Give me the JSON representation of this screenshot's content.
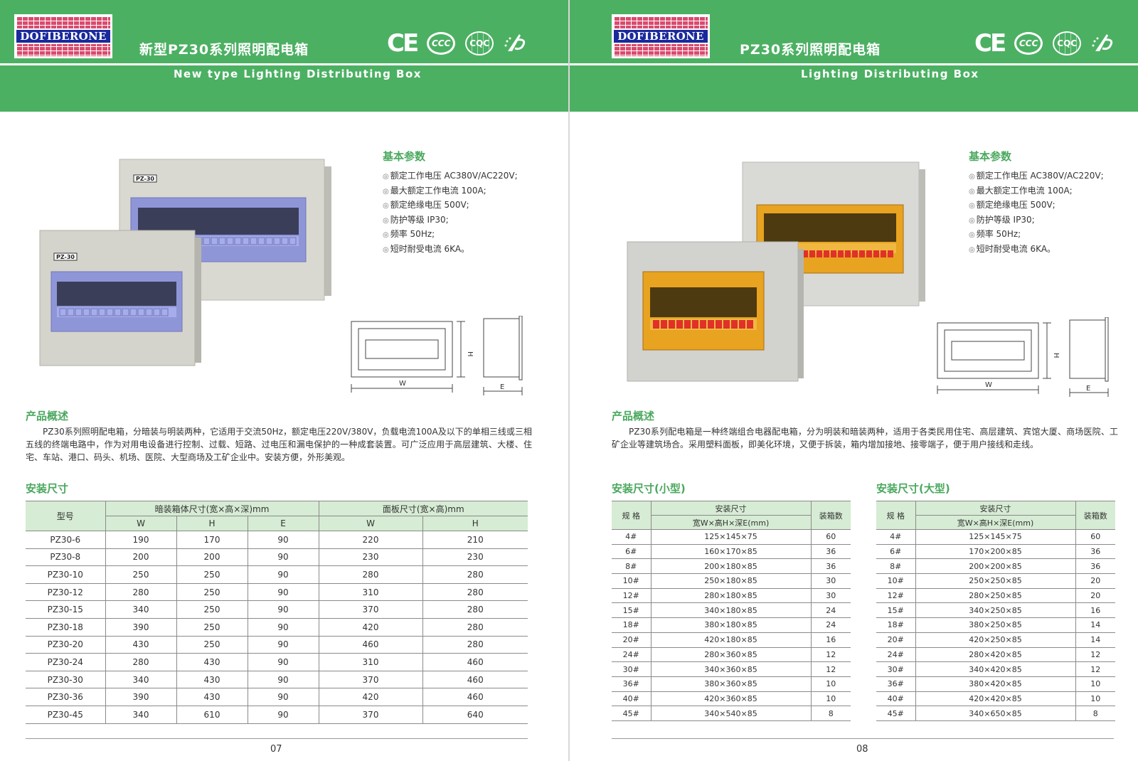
{
  "colors": {
    "brand_green": "#4cb063",
    "heading_green": "#4aa85e",
    "table_header": "#d6ecd4",
    "logo_blue": "#1a2a9c",
    "logo_red": "#d94b6e"
  },
  "left": {
    "logo": "DOFIBERONE",
    "title_cn": "新型PZ30系列照明配电箱",
    "title_en": "New type Lighting Distributing Box",
    "certs": [
      "CE",
      "CCC",
      "CQC",
      "cert-mark-icon"
    ],
    "photo_labels": [
      "PZ-30",
      "PZ-30"
    ],
    "params_title": "基本参数",
    "params": [
      "额定工作电压 AC380V/AC220V;",
      "最大额定工作电流 100A;",
      "额定绝缘电压 500V;",
      "防护等级 IP30;",
      "频率 50Hz;",
      "短时耐受电流 6KA。"
    ],
    "dim_labels": {
      "w": "W",
      "h": "H",
      "e": "E"
    },
    "overview_title": "产品概述",
    "overview_text": "PZ30系列照明配电箱，分暗装与明装两种，它适用于交流50Hz，额定电压220V/380V，负载电流100A及以下的单相三线或三相五线的终端电路中，作为对用电设备进行控制、过载、短路、过电压和漏电保护的一种成套装置。可广泛应用于高层建筑、大楼、住宅、车站、港口、码头、机场、医院、大型商场及工矿企业中。安装方便，外形美观。",
    "install_title": "安装尺寸",
    "table": {
      "col_model": "型号",
      "group1": "暗装箱体尺寸(宽×高×深)mm",
      "group2": "面板尺寸(宽×高)mm",
      "sub": [
        "W",
        "H",
        "E",
        "W",
        "H"
      ],
      "rows": [
        [
          "PZ30-6",
          "190",
          "170",
          "90",
          "220",
          "210"
        ],
        [
          "PZ30-8",
          "200",
          "200",
          "90",
          "230",
          "230"
        ],
        [
          "PZ30-10",
          "250",
          "250",
          "90",
          "280",
          "280"
        ],
        [
          "PZ30-12",
          "280",
          "250",
          "90",
          "310",
          "280"
        ],
        [
          "PZ30-15",
          "340",
          "250",
          "90",
          "370",
          "280"
        ],
        [
          "PZ30-18",
          "390",
          "250",
          "90",
          "420",
          "280"
        ],
        [
          "PZ30-20",
          "430",
          "250",
          "90",
          "460",
          "280"
        ],
        [
          "PZ30-24",
          "280",
          "430",
          "90",
          "310",
          "460"
        ],
        [
          "PZ30-30",
          "340",
          "430",
          "90",
          "370",
          "460"
        ],
        [
          "PZ30-36",
          "390",
          "430",
          "90",
          "420",
          "460"
        ],
        [
          "PZ30-45",
          "340",
          "610",
          "90",
          "370",
          "640"
        ]
      ]
    },
    "page_number": "07"
  },
  "right": {
    "logo": "DOFIBERONE",
    "title_cn": "PZ30系列照明配电箱",
    "title_en": "Lighting Distributing Box",
    "certs": [
      "CE",
      "CCC",
      "CQC",
      "cert-mark-icon"
    ],
    "params_title": "基本参数",
    "params": [
      "额定工作电压 AC380V/AC220V;",
      "最大额定工作电流 100A;",
      "额定绝缘电压 500V;",
      "防护等级 IP30;",
      "频率 50Hz;",
      "短时耐受电流 6KA。"
    ],
    "dim_labels": {
      "w": "W",
      "h": "H",
      "e": "E"
    },
    "overview_title": "产品概述",
    "overview_text": "PZ30系列配电箱是一种终端组合电器配电箱，分为明装和暗装两种，适用于各类民用住宅、高层建筑、宾馆大厦、商场医院、工矿企业等建筑场合。采用塑料面板，即美化环境，又便于拆装，箱内增加接地、接零端子，便于用户接线和走线。",
    "small_title": "安装尺寸(小型)",
    "large_title": "安装尺寸(大型)",
    "small_table": {
      "col_spec": "规 格",
      "col_size": "安装尺寸",
      "col_size_sub": "宽W×高H×深E(mm)",
      "col_qty": "装箱数",
      "rows": [
        [
          "4#",
          "125×145×75",
          "60"
        ],
        [
          "6#",
          "160×170×85",
          "36"
        ],
        [
          "8#",
          "200×180×85",
          "36"
        ],
        [
          "10#",
          "250×180×85",
          "30"
        ],
        [
          "12#",
          "280×180×85",
          "30"
        ],
        [
          "15#",
          "340×180×85",
          "24"
        ],
        [
          "18#",
          "380×180×85",
          "24"
        ],
        [
          "20#",
          "420×180×85",
          "16"
        ],
        [
          "24#",
          "280×360×85",
          "12"
        ],
        [
          "30#",
          "340×360×85",
          "12"
        ],
        [
          "36#",
          "380×360×85",
          "10"
        ],
        [
          "40#",
          "420×360×85",
          "10"
        ],
        [
          "45#",
          "340×540×85",
          "8"
        ]
      ]
    },
    "large_table": {
      "col_spec": "规 格",
      "col_size": "安装尺寸",
      "col_size_sub": "宽W×高H×深E(mm)",
      "col_qty": "装箱数",
      "rows": [
        [
          "4#",
          "125×145×75",
          "60"
        ],
        [
          "6#",
          "170×200×85",
          "36"
        ],
        [
          "8#",
          "200×200×85",
          "36"
        ],
        [
          "10#",
          "250×250×85",
          "20"
        ],
        [
          "12#",
          "280×250×85",
          "20"
        ],
        [
          "15#",
          "340×250×85",
          "16"
        ],
        [
          "18#",
          "380×250×85",
          "14"
        ],
        [
          "20#",
          "420×250×85",
          "14"
        ],
        [
          "24#",
          "280×420×85",
          "12"
        ],
        [
          "30#",
          "340×420×85",
          "12"
        ],
        [
          "36#",
          "380×420×85",
          "10"
        ],
        [
          "40#",
          "420×420×85",
          "10"
        ],
        [
          "45#",
          "340×650×85",
          "8"
        ]
      ]
    },
    "page_number": "08"
  }
}
